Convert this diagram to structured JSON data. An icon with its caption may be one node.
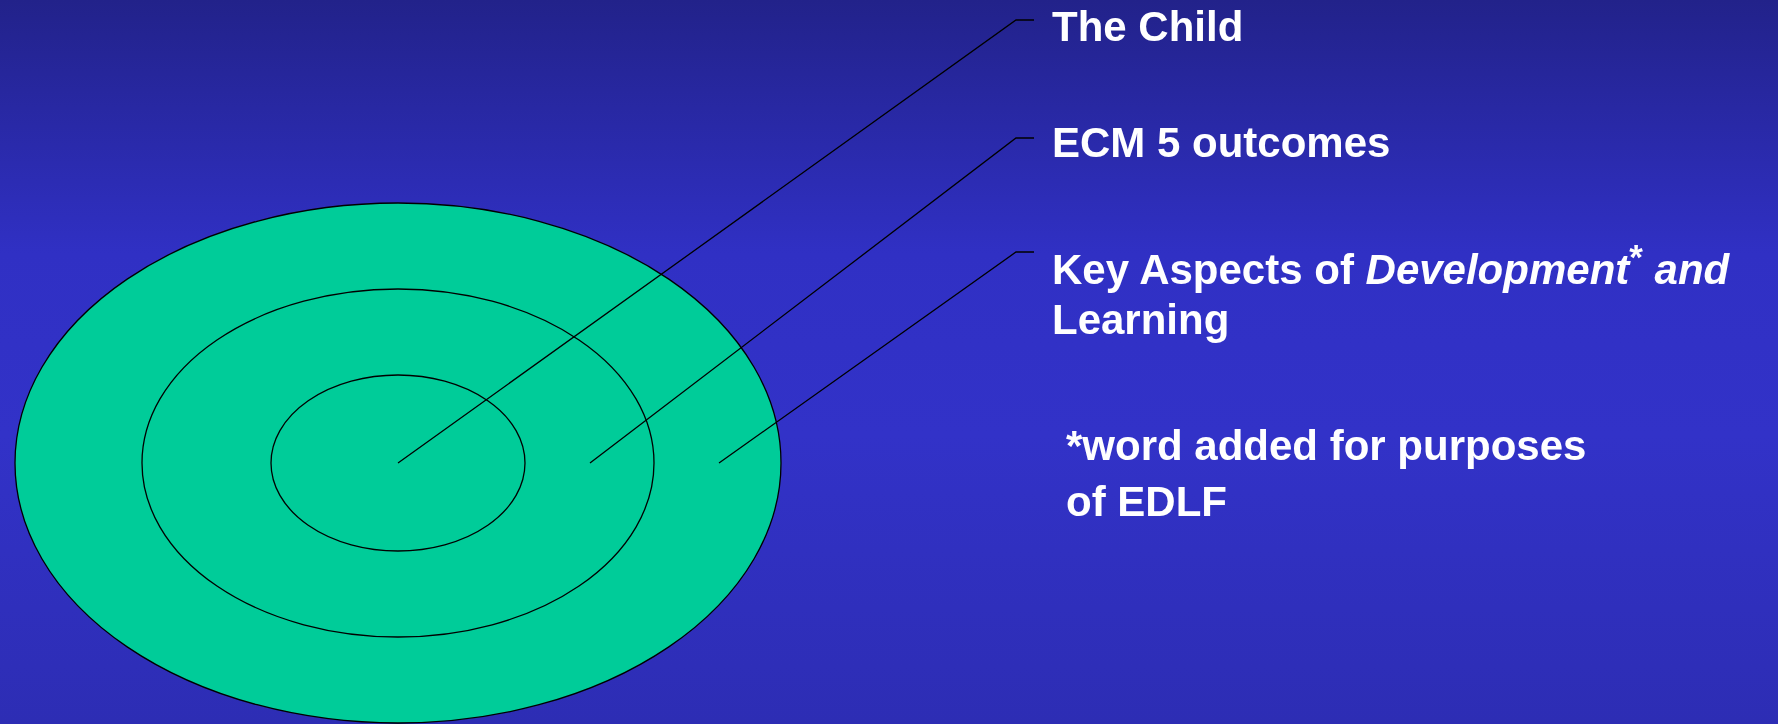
{
  "diagram": {
    "nodes": [
      {
        "text": [],
        "shape": "circle"
      },
      {
        "text": [],
        "shape": "circle",
        "in": 0
      },
      {
        "text": [],
        "shape": "circle",
        "in": 1
      },
      {
        "text": [
          "The Child"
        ]
      },
      {
        "text": [
          "ECM 5 outcomes"
        ]
      },
      {
        "text": [
          "Key Aspects of *Development*$^{*}$ *and* Learning"
        ]
      }
    ],
    "edges": [
      {
        "from": 3,
        "to": 2,
        "arrow": "none"
      },
      {
        "from": 4,
        "to": 1,
        "arrow": "none"
      },
      {
        "from": 5,
        "to": 0,
        "arrow": "none"
      }
    ],
    "labels": [
      "*word added for purposes of EDLF"
    ]
  }
}
